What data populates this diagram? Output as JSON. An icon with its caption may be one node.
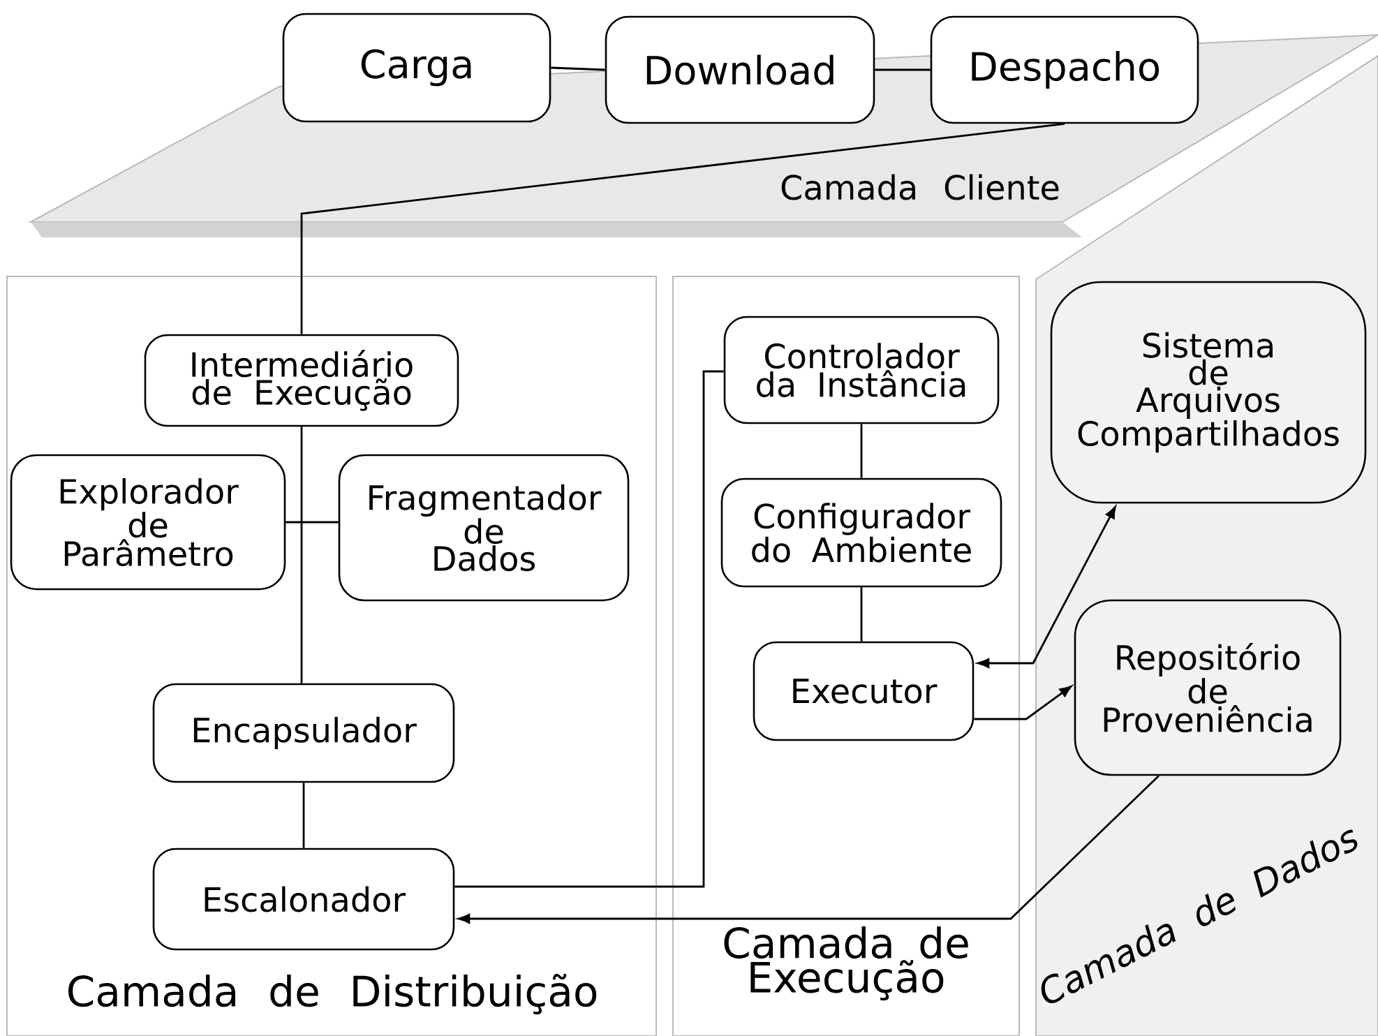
{
  "diagram": {
    "nodes": [
      {
        "text": [
          "Carga"
        ]
      },
      {
        "text": [
          "Download"
        ]
      },
      {
        "text": [
          "Despacho"
        ]
      },
      {
        "text": [
          "Intermediário de Execução"
        ]
      },
      {
        "text": [
          "Explorador de Parâmetro"
        ]
      },
      {
        "text": [
          "Fragmentador de Dados"
        ]
      },
      {
        "text": [
          "Encapsulador"
        ]
      },
      {
        "text": [
          "Escalonador"
        ]
      },
      {
        "text": [
          "Controlador da Instância"
        ]
      },
      {
        "text": [
          "Configurador do Ambiente"
        ]
      },
      {
        "text": [
          "Executor"
        ]
      },
      {
        "text": [
          "Sistema de Arquivos Compartilhados"
        ]
      },
      {
        "text": [
          "Repositório de Proveniência"
        ]
      }
    ],
    "edges": [
      {
        "from": 0,
        "to": 1,
        "arrow": "none"
      },
      {
        "from": 1,
        "to": 2,
        "arrow": "none"
      },
      {
        "from": 2,
        "to": 3,
        "arrow": "none"
      },
      {
        "from": 3,
        "to": 6,
        "arrow": "none"
      },
      {
        "from": 4,
        "to": 5,
        "arrow": "none"
      },
      {
        "from": 6,
        "to": 7,
        "arrow": "none"
      },
      {
        "from": 7,
        "to": 8,
        "arrow": "none"
      },
      {
        "from": 8,
        "to": 9,
        "arrow": "none"
      },
      {
        "from": 9,
        "to": 10,
        "arrow": "none"
      },
      {
        "from": 10,
        "to": 11,
        "arrow": "both"
      },
      {
        "from": 10,
        "to": 12,
        "arrow": "to"
      },
      {
        "from": 12,
        "to": 7,
        "arrow": "to"
      }
    ],
    "labels": [
      "Camada Cliente",
      "Camada de Distribuição",
      "Camada de Execução",
      "Camada de Dados"
    ]
  }
}
